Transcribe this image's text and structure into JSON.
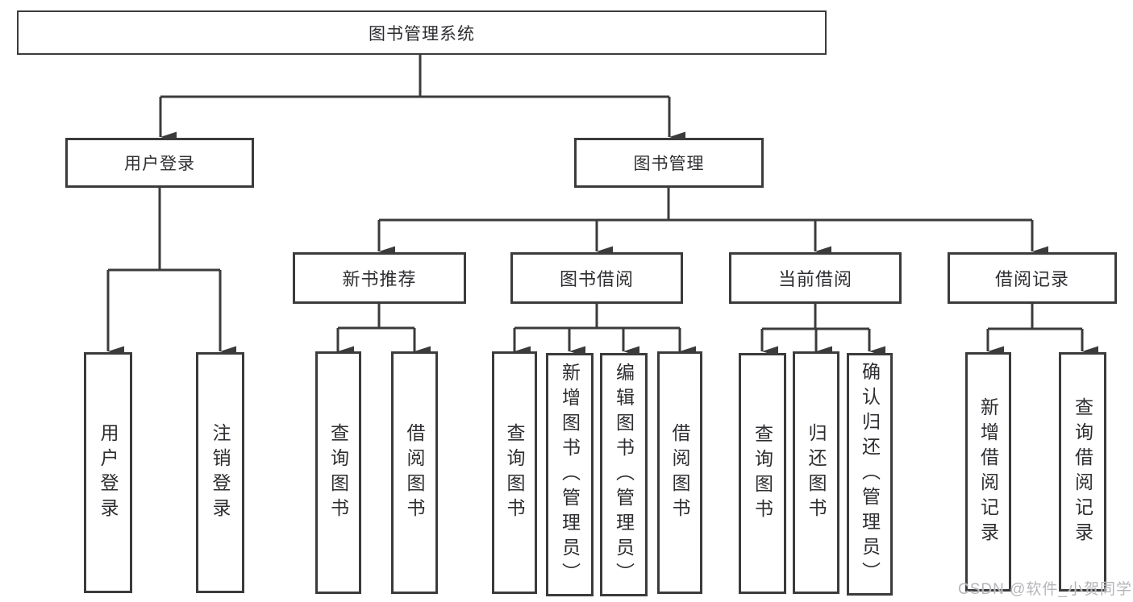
{
  "diagram": {
    "title": "图书管理系统",
    "nodes": {
      "root": "图书管理系统",
      "level2": [
        "用户登录",
        "图书管理"
      ],
      "level3": [
        "新书推荐",
        "图书借阅",
        "当前借阅",
        "借阅记录"
      ],
      "leaves_login": [
        "用户登录",
        "注销登录"
      ],
      "leaves_recommend": [
        "查询图书",
        "借阅图书"
      ],
      "leaves_borrow": [
        "查询图书",
        "新增图书（管理员）",
        "编辑图书（管理员）",
        "借阅图书"
      ],
      "leaves_current": [
        "查询图书",
        "归还图书",
        "确认归还（管理员）"
      ],
      "leaves_records": [
        "新增借阅记录",
        "查询借阅记录"
      ]
    }
  },
  "watermark": "CSDN @软件_小贺同学",
  "colors": {
    "line": "#3b3b3b",
    "box_border": "#3b3b3b",
    "text": "#2e2e32",
    "watermark_text": "#b5b5ba",
    "background": "#ffffff"
  }
}
